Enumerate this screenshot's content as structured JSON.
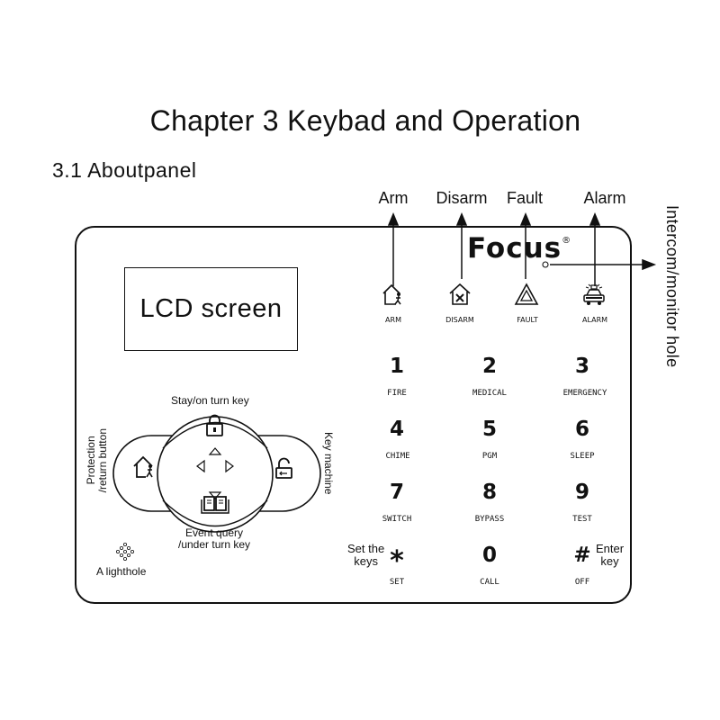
{
  "title": "Chapter 3 Keybad and Operation",
  "subtitle": "3.1 Aboutpanel",
  "callouts": {
    "arm": "Arm",
    "disarm": "Disarm",
    "fault": "Fault",
    "alarm": "Alarm",
    "intercom": "Intercom/monitor hole"
  },
  "brand": {
    "name": "Focus",
    "mark": "®"
  },
  "lcd": {
    "label": "LCD screen"
  },
  "indicators": [
    {
      "icon": "house-person-icon",
      "label": "ARM"
    },
    {
      "icon": "house-x-icon",
      "label": "DISARM"
    },
    {
      "icon": "warning-triangle-icon",
      "label": "FAULT"
    },
    {
      "icon": "police-car-icon",
      "label": "ALARM"
    }
  ],
  "keys": [
    {
      "num": "1",
      "func": "FIRE"
    },
    {
      "num": "2",
      "func": "MEDICAL"
    },
    {
      "num": "3",
      "func": "EMERGENCY"
    },
    {
      "num": "4",
      "func": "CHIME"
    },
    {
      "num": "5",
      "func": "PGM"
    },
    {
      "num": "6",
      "func": "SLEEP"
    },
    {
      "num": "7",
      "func": "SWITCH"
    },
    {
      "num": "8",
      "func": "BYPASS"
    },
    {
      "num": "9",
      "func": "TEST"
    },
    {
      "num": "*",
      "func": "SET"
    },
    {
      "num": "0",
      "func": "CALL"
    },
    {
      "num": "#",
      "func": "OFF"
    }
  ],
  "labels": {
    "stay_key": "Stay/on turn key",
    "event_query": [
      "Event query",
      "/under turn key"
    ],
    "protection": [
      "Protection",
      "/return button"
    ],
    "key_machine": "Key machine",
    "light_hole": "A lighthole",
    "set_keys": [
      "Set the",
      "keys"
    ],
    "enter_key": [
      "Enter",
      "key"
    ]
  },
  "colors": {
    "ink": "#111111",
    "background": "#ffffff"
  }
}
